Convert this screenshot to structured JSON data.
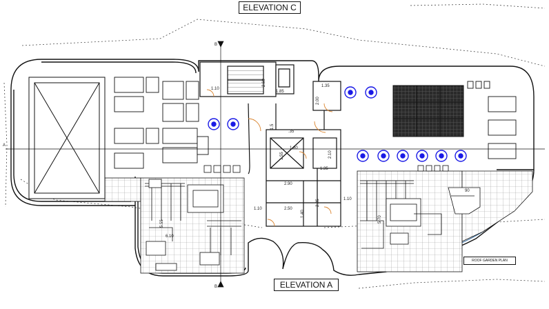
{
  "drawing": {
    "elevations": {
      "top": "ELEVATION C",
      "bottom": "ELEVATION A"
    },
    "plan_label": "ROOF GARDEN PLAN",
    "section_markers": {
      "b_top": "B",
      "b_bottom": "B",
      "a_left": "A"
    },
    "dimensions": {
      "d110_stair": "1.10",
      "d260": "2.60",
      "d185": "1.85",
      "d135": "1.35",
      "d200": "2.00",
      "d15": "1.5",
      "d35": ".35",
      "d180": "1.80",
      "d155": "1.55",
      "d210": "2.10",
      "d135b": "1.35",
      "d290": "2.90",
      "d250": "2.50",
      "d285": "2.85",
      "d140": "1.40",
      "d110_left": "1.10",
      "d110_right": "1.10",
      "d555": "5.55",
      "d610": "6.10",
      "d570": "5.70",
      "d90": "90"
    },
    "colors": {
      "line": "#111111",
      "fixture_blue": "#1a1ae6",
      "door_orange": "#d9822b",
      "hatch": "#9a9a9a",
      "water_edge": "#4a7aa8"
    }
  }
}
